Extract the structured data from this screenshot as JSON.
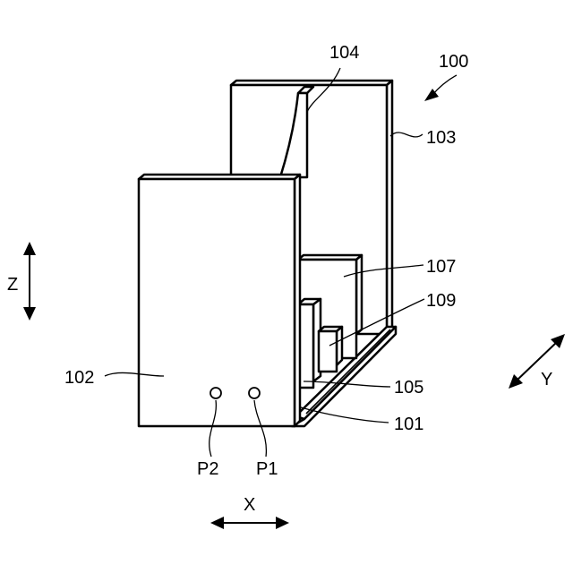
{
  "diagram": {
    "labels": {
      "assembly": "100",
      "base": "101",
      "front_plate": "102",
      "rear_plate": "103",
      "curved_member": "104",
      "small_block": "105",
      "large_block": "107",
      "middle_block": "109",
      "point_p1": "P1",
      "point_p2": "P2"
    },
    "axes": {
      "x": "X",
      "y": "Y",
      "z": "Z"
    }
  }
}
